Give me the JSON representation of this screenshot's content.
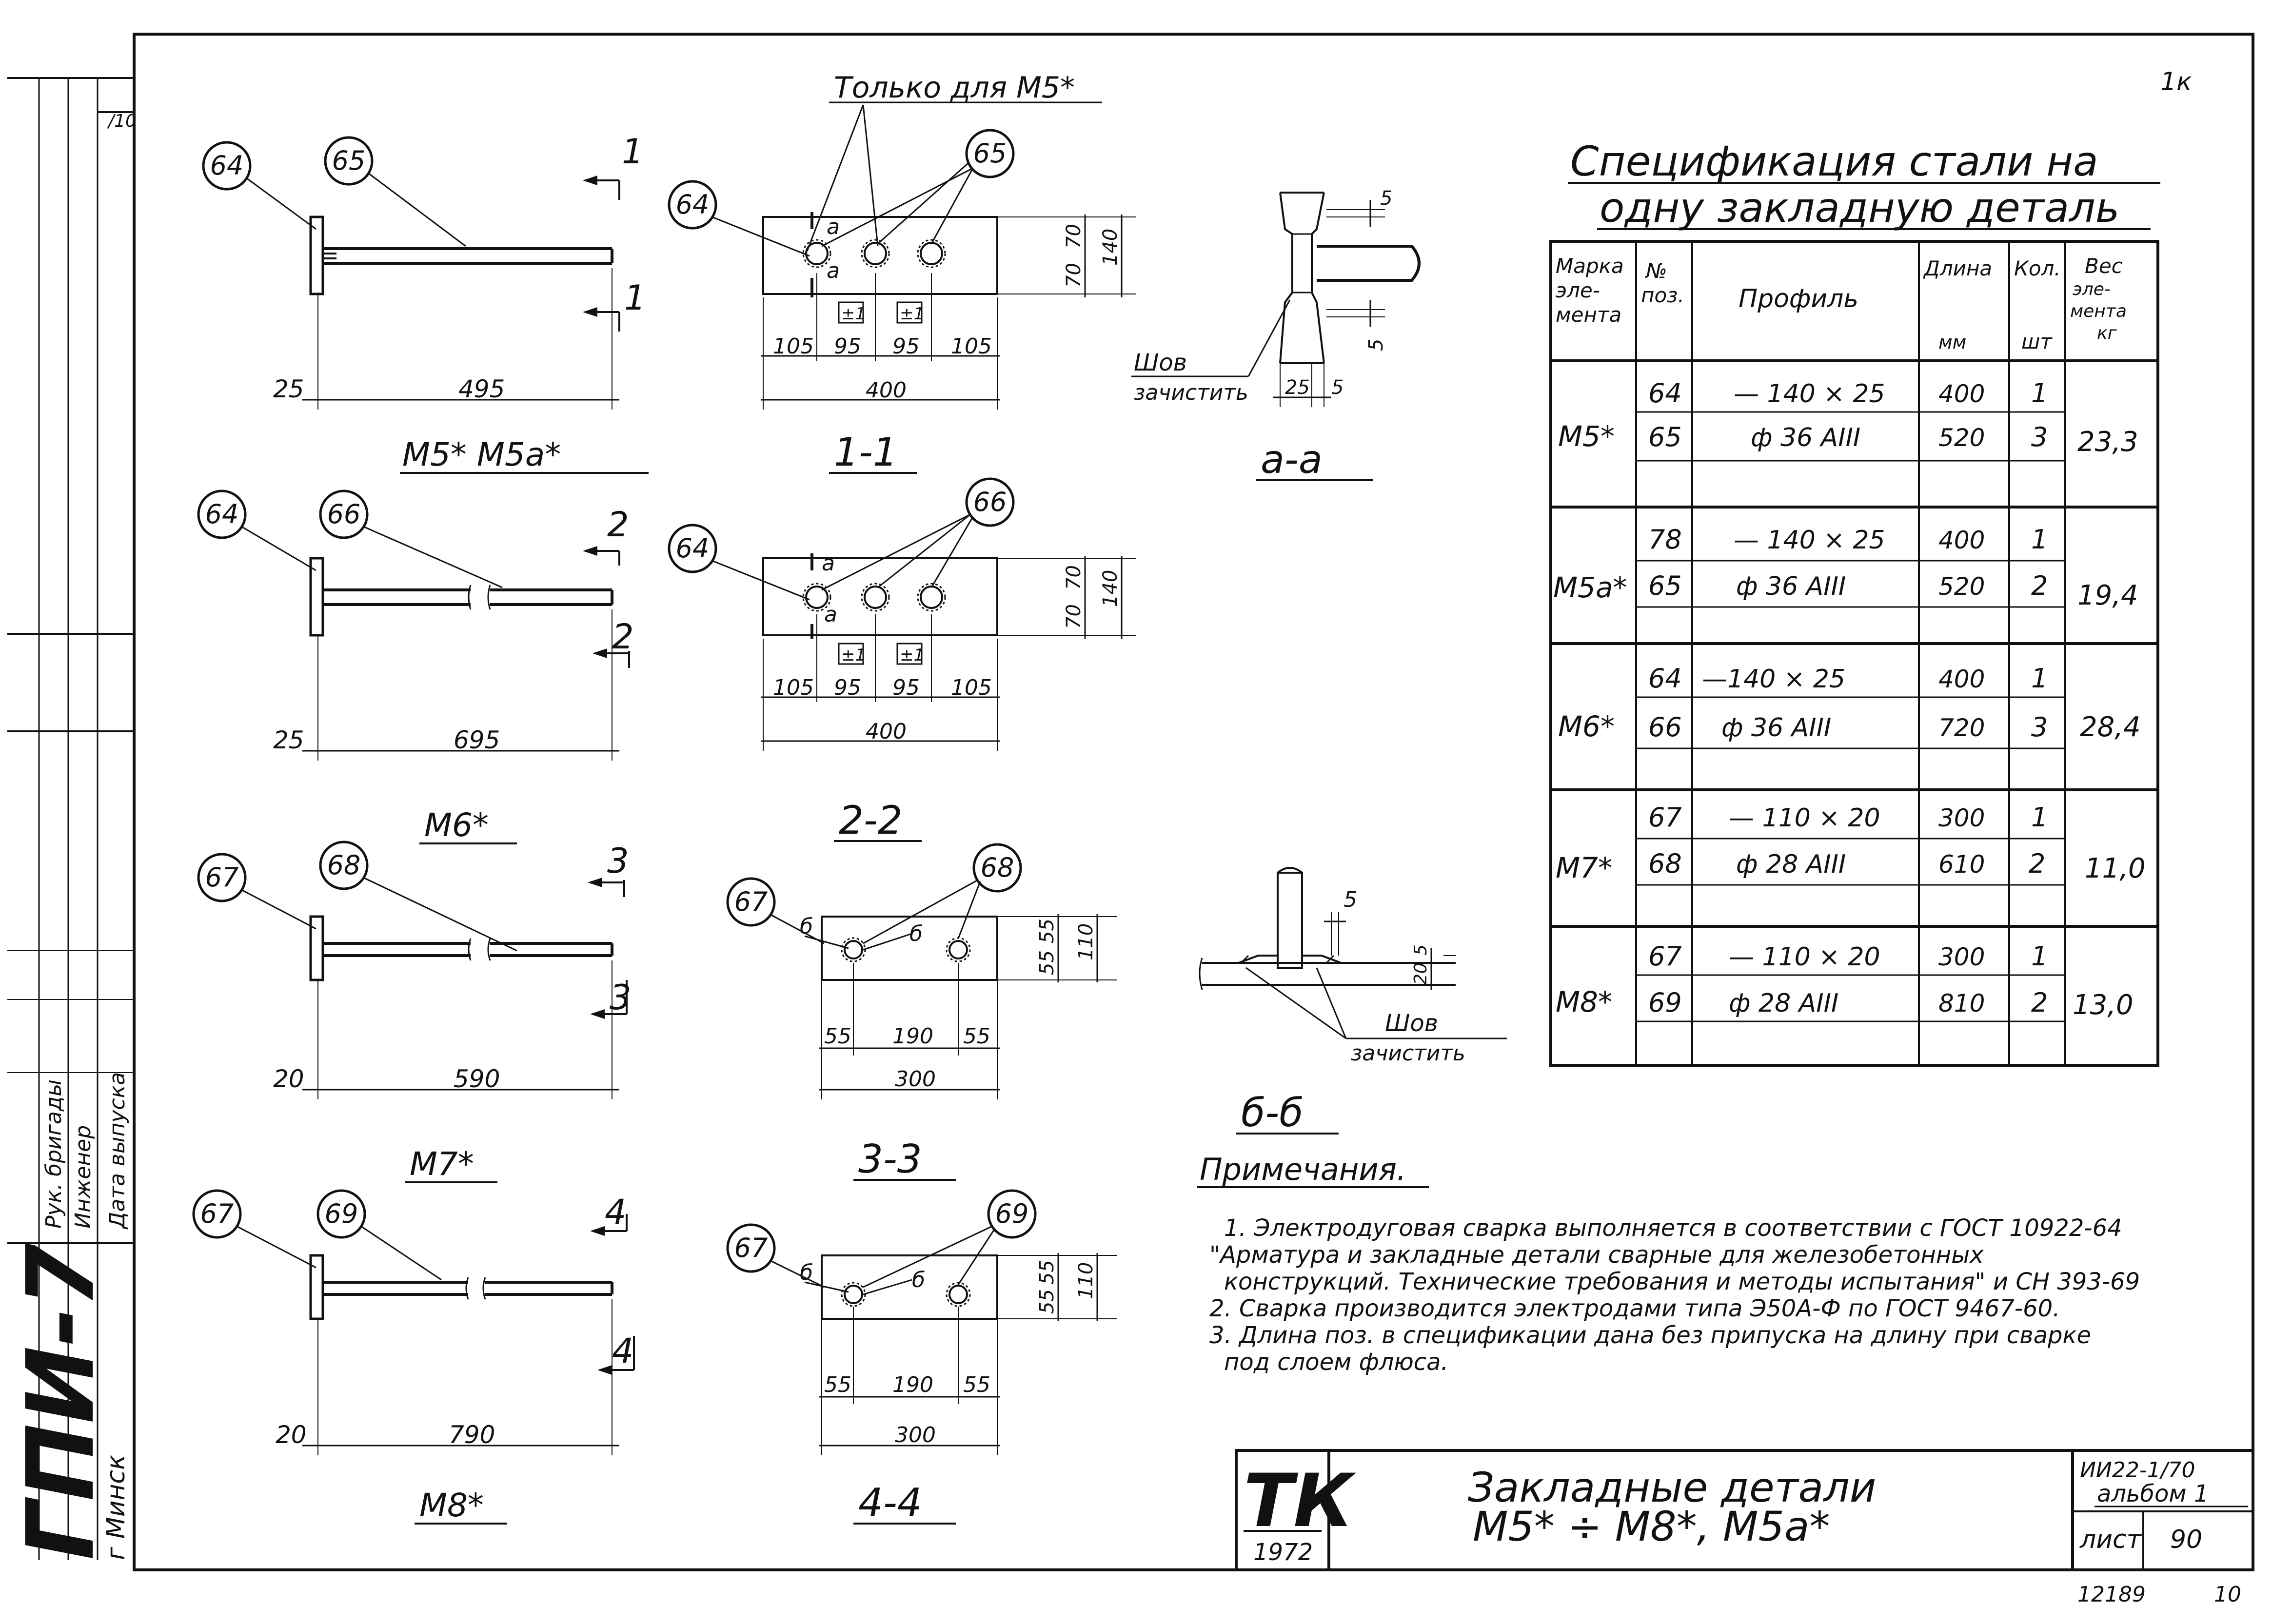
{
  "page": {
    "sheet_no": "1к",
    "bottom_right_stamp": "10",
    "bottom_no": "12189"
  },
  "left_margin": {
    "institute": "ГПИ-7",
    "city": "г Минск",
    "stamp_top": "/10",
    "rows": [
      "Рук. бригады",
      "Инженер",
      "Дата выпуска"
    ]
  },
  "elevations": [
    {
      "title": "М5* М5а*",
      "bubble_plate": "64",
      "bubble_bar": "65",
      "dim_left": "25",
      "dim_length": "495",
      "section_no": "1"
    },
    {
      "title": "М6*",
      "bubble_plate": "64",
      "bubble_bar": "66",
      "dim_left": "25",
      "dim_length": "695",
      "section_no": "2"
    },
    {
      "title": "М7*",
      "bubble_plate": "67",
      "bubble_bar": "68",
      "dim_left": "20",
      "dim_length": "590",
      "section_no": "3"
    },
    {
      "title": "М8*",
      "bubble_plate": "67",
      "bubble_bar": "69",
      "dim_left": "20",
      "dim_length": "790",
      "section_no": "4"
    }
  ],
  "sections": [
    {
      "title": "1-1",
      "bubble_plate": "64",
      "bubble_bar": "65",
      "mark": "а",
      "dims_h": [
        "105",
        "95",
        "95",
        "105"
      ],
      "dim_total": "400",
      "dims_v": [
        "70",
        "70"
      ],
      "dim_height": "140",
      "sym": "±1",
      "note": "Только для М5*"
    },
    {
      "title": "2-2",
      "bubble_plate": "64",
      "bubble_bar": "66",
      "mark": "а",
      "dims_h": [
        "105",
        "95",
        "95",
        "105"
      ],
      "dim_total": "400",
      "dims_v": [
        "70",
        "70"
      ],
      "dim_height": "140",
      "sym": "±1"
    },
    {
      "title": "3-3",
      "bubble_plate": "67",
      "bubble_bar": "68",
      "mark": "б",
      "dims_h": [
        "55",
        "190",
        "55"
      ],
      "dim_total": "300",
      "dims_v": [
        "55",
        "55"
      ],
      "dim_height": "110"
    },
    {
      "title": "4-4",
      "bubble_plate": "67",
      "bubble_bar": "69",
      "mark": "б",
      "dims_h": [
        "55",
        "190",
        "55"
      ],
      "dim_total": "300",
      "dims_v": [
        "55",
        "55"
      ],
      "dim_height": "110"
    }
  ],
  "details": [
    {
      "title": "а-а",
      "weld_label": "Шов",
      "weld_label2": "зачистить",
      "dim1": "5",
      "dim2": "5",
      "dim3": "25",
      "dim4": "5"
    },
    {
      "title": "б-б",
      "weld_label": "Шов",
      "weld_label2": "зачистить",
      "dim1": "5",
      "dim2": "20",
      "dim3": "5"
    }
  ],
  "spec": {
    "title_line1": "Спецификация стали на",
    "title_line2": "одну закладную деталь",
    "headers": {
      "mark": [
        "Марка",
        "эле-",
        "мента"
      ],
      "pos": [
        "№",
        "поз."
      ],
      "profile": "Профиль",
      "length": [
        "Длина",
        "мм"
      ],
      "qty": [
        "Кол.",
        "шт"
      ],
      "weight": [
        "Вес",
        "эле-",
        "мента",
        "кг"
      ]
    },
    "groups": [
      {
        "mark": "М5*",
        "weight": "23,3",
        "rows": [
          {
            "pos": "64",
            "profile": "— 140 × 25",
            "length": "400",
            "qty": "1"
          },
          {
            "pos": "65",
            "profile": "ф 36 АIII",
            "length": "520",
            "qty": "3"
          }
        ]
      },
      {
        "mark": "М5а*",
        "weight": "19,4",
        "rows": [
          {
            "pos": "78",
            "profile": "— 140 × 25",
            "length": "400",
            "qty": "1"
          },
          {
            "pos": "65",
            "profile": "ф 36 АIII",
            "length": "520",
            "qty": "2"
          }
        ]
      },
      {
        "mark": "М6*",
        "weight": "28,4",
        "rows": [
          {
            "pos": "64",
            "profile": "—140 × 25",
            "length": "400",
            "qty": "1"
          },
          {
            "pos": "66",
            "profile": "ф 36 АIII",
            "length": "720",
            "qty": "3"
          }
        ]
      },
      {
        "mark": "М7*",
        "weight": "11,0",
        "rows": [
          {
            "pos": "67",
            "profile": "— 110 × 20",
            "length": "300",
            "qty": "1"
          },
          {
            "pos": "68",
            "profile": "ф 28 АIII",
            "length": "610",
            "qty": "2"
          }
        ]
      },
      {
        "mark": "М8*",
        "weight": "13,0",
        "rows": [
          {
            "pos": "67",
            "profile": "— 110 × 20",
            "length": "300",
            "qty": "1"
          },
          {
            "pos": "69",
            "profile": "ф 28 АIII",
            "length": "810",
            "qty": "2"
          }
        ]
      }
    ]
  },
  "notes": {
    "heading": "Примечания.",
    "lines": [
      "1. Электродуговая сварка выполняется в соответствии с ГОСТ 10922-64",
      "\"Арматура и закладные детали сварные для железобетонных",
      "конструкций. Технические требования и методы испытания\" и СН 393-69",
      "2. Сварка производится электродами типа Э50А-Ф по ГОСТ 9467-60.",
      "3. Длина поз. в спецификации дана без припуска на длину при сварке",
      "под слоем флюса."
    ]
  },
  "title_block": {
    "logo": "ТК",
    "year": "1972",
    "title_line1": "Закладные детали",
    "title_line2": "М5* ÷ М8*, М5а*",
    "series": "ИИ22-1/70",
    "album": "альбом 1",
    "sheet_label": "лист",
    "sheet_no": "90"
  }
}
